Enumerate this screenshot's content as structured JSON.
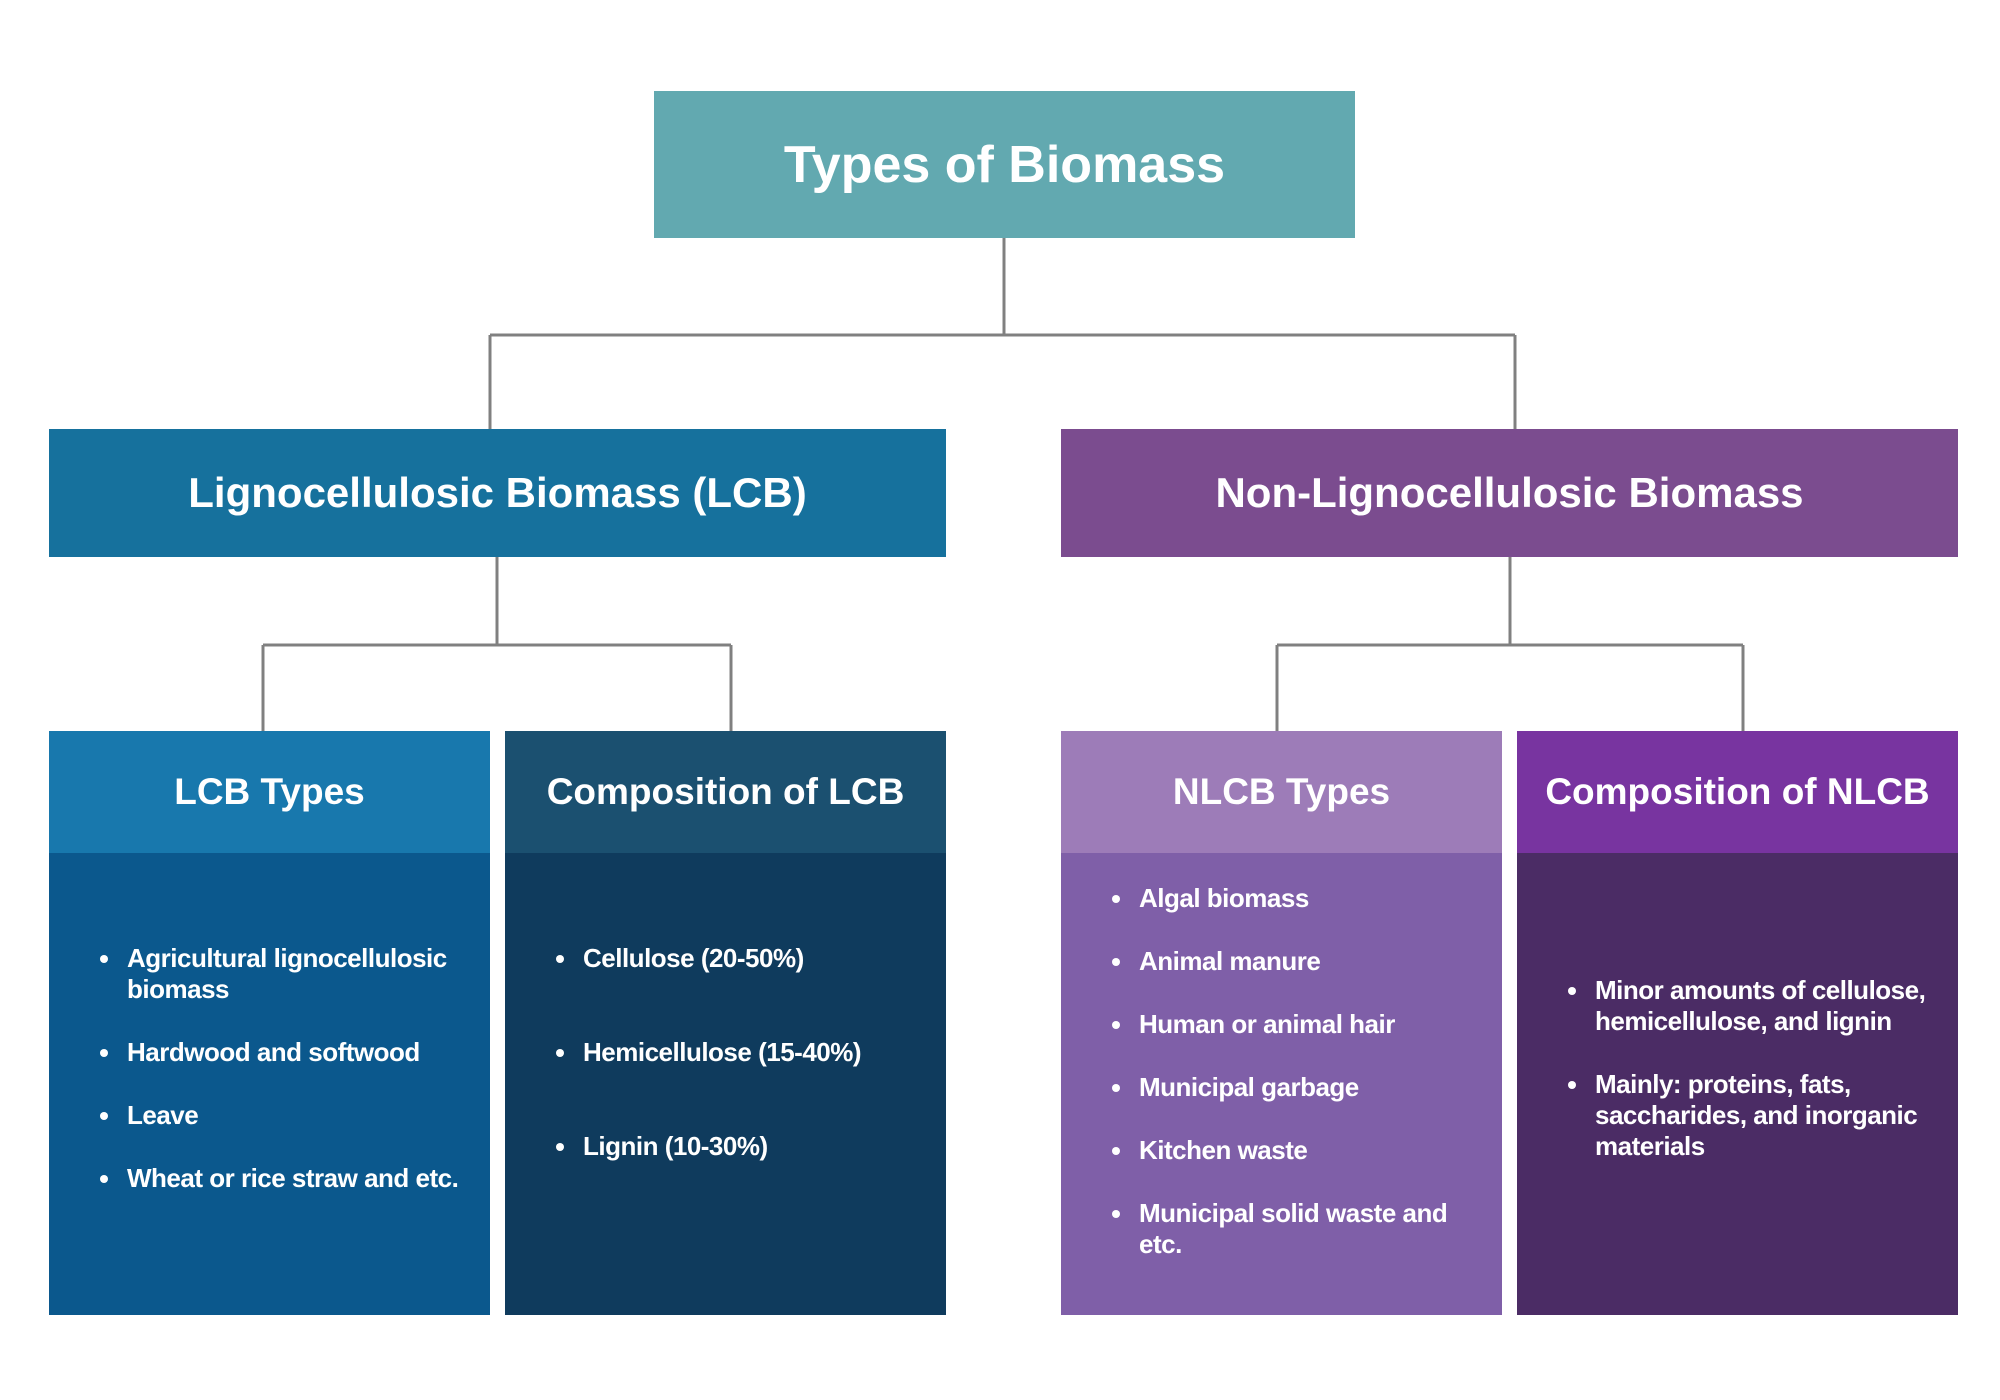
{
  "colors": {
    "root": "#62a9b0",
    "lcb": "#16719d",
    "nlcb": "#7b4c8f",
    "lcb_types_header": "#1878ad",
    "lcb_types_body": "#0b588d",
    "lcb_composition_header": "#1b5070",
    "lcb_composition_body": "#0f3b5d",
    "nlcb_types_header": "#9d7cb8",
    "nlcb_types_body": "#7f5fa8",
    "nlcb_composition_header": "#7834a0",
    "nlcb_composition_body": "#4b2c65",
    "connector": "#808080"
  },
  "root": {
    "title": "Types of Biomass"
  },
  "lcb": {
    "title": "Lignocellulosic Biomass (LCB)",
    "types": {
      "title": "LCB Types",
      "items": [
        "Agricultural lignocellulosic biomass",
        "Hardwood and softwood",
        "Leave",
        "Wheat or rice straw and etc."
      ]
    },
    "composition": {
      "title": "Composition of LCB",
      "items": [
        "Cellulose (20-50%)",
        "Hemicellulose (15-40%)",
        "Lignin (10-30%)"
      ]
    }
  },
  "nlcb": {
    "title": "Non-Lignocellulosic Biomass",
    "types": {
      "title": "NLCB Types",
      "items": [
        "Algal biomass",
        "Animal manure",
        "Human or animal hair",
        "Municipal garbage",
        "Kitchen waste",
        "Municipal solid waste and etc."
      ]
    },
    "composition": {
      "title": "Composition of NLCB",
      "items": [
        "Minor amounts of cellulose, hemicellulose, and lignin",
        " Mainly: proteins, fats, saccharides, and inorganic materials"
      ]
    }
  }
}
